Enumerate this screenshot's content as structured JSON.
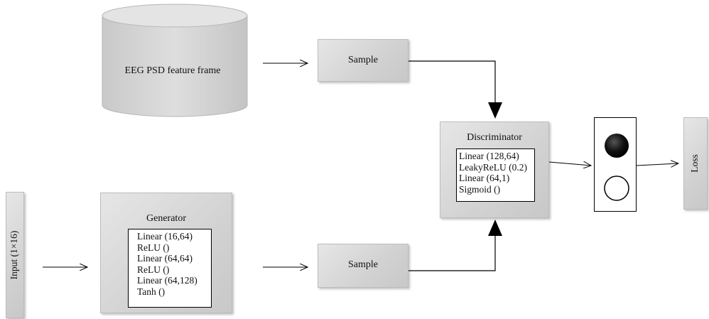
{
  "database": {
    "label": "EEG PSD feature frame"
  },
  "sample_top": {
    "label": "Sample"
  },
  "sample_bottom": {
    "label": "Sample"
  },
  "input": {
    "label": "Input (1×16)"
  },
  "generator": {
    "title": "Generator",
    "layers": [
      "Linear (16,64)",
      "ReLU ()",
      "Linear (64,64)",
      "ReLU ()",
      "Linear (64,128)",
      "Tanh ()"
    ]
  },
  "discriminator": {
    "title": "Discriminator",
    "layers": [
      "Linear (128,64)",
      "LeakyReLU (0.2)",
      "Linear (64,1)",
      "Sigmoid ()"
    ]
  },
  "output": {
    "filled_node": "filled-circle-icon",
    "empty_node": "empty-circle-icon"
  },
  "loss": {
    "label": "Loss"
  }
}
